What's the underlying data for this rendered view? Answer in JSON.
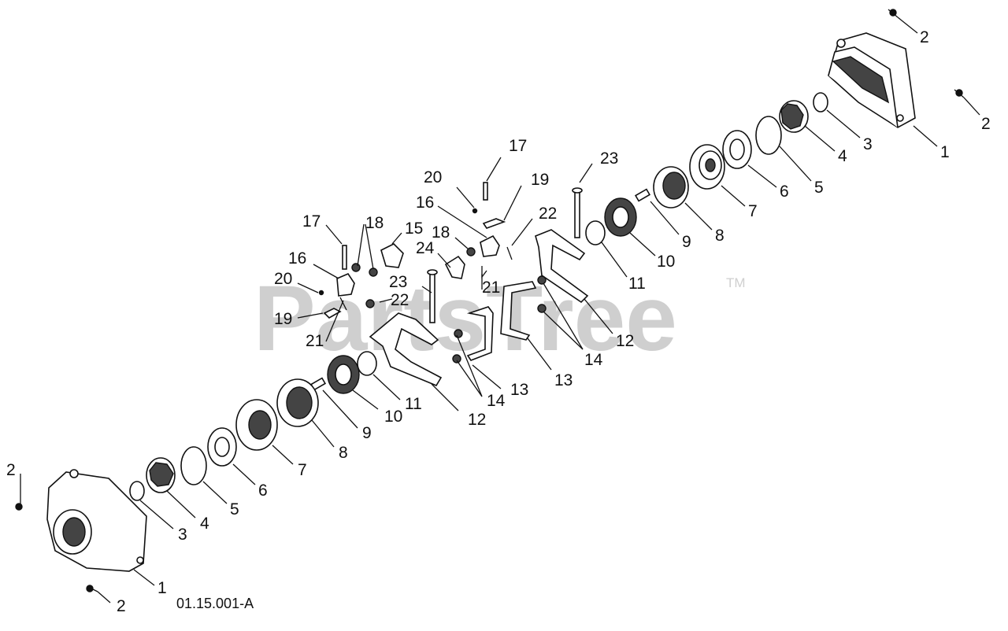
{
  "watermark": {
    "text": "PartsTree",
    "trademark": "TM"
  },
  "drawing_ref": "01.15.001-A",
  "callouts": [
    {
      "num": "1"
    },
    {
      "num": "2"
    },
    {
      "num": "3"
    },
    {
      "num": "4"
    },
    {
      "num": "5"
    },
    {
      "num": "6"
    },
    {
      "num": "7"
    },
    {
      "num": "8"
    },
    {
      "num": "9"
    },
    {
      "num": "10"
    },
    {
      "num": "11"
    },
    {
      "num": "12"
    },
    {
      "num": "13"
    },
    {
      "num": "14"
    },
    {
      "num": "15"
    },
    {
      "num": "16"
    },
    {
      "num": "17"
    },
    {
      "num": "18"
    },
    {
      "num": "19"
    },
    {
      "num": "20"
    },
    {
      "num": "21"
    },
    {
      "num": "22"
    },
    {
      "num": "23"
    },
    {
      "num": "24"
    }
  ]
}
